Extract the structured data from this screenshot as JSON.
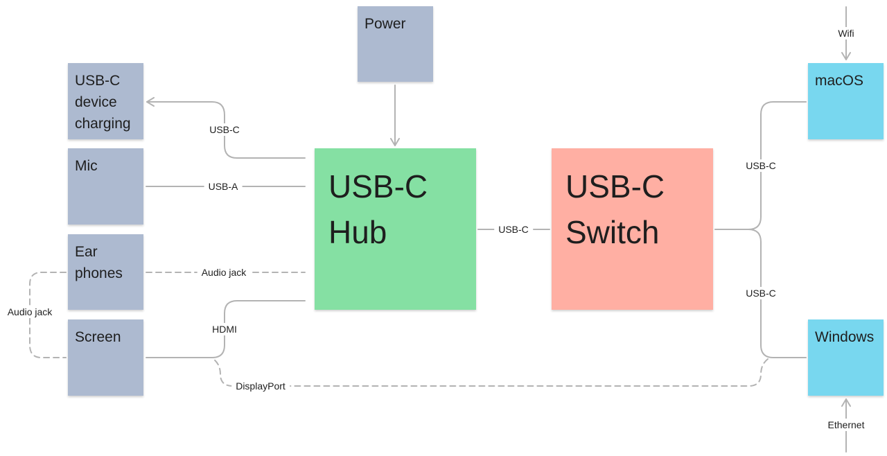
{
  "colors": {
    "device": "#adbad0",
    "hub": "#85e0a3",
    "switch": "#ffafa3",
    "computer": "#78d7ef",
    "connector": "#b3b3b3"
  },
  "nodes": {
    "power": "Power",
    "usbc_charging": "USB-C\ndevice\ncharging",
    "mic": "Mic",
    "earphones": "Ear\nphones",
    "screen": "Screen",
    "hub": "USB-C\nHub",
    "switch": "USB-C\nSwitch",
    "macos": "macOS",
    "windows": "Windows"
  },
  "edge_labels": {
    "hub_to_charging": "USB-C",
    "mic_to_hub": "USB-A",
    "earphones_to_hub": "Audio jack",
    "earphones_to_screen": "Audio jack",
    "hub_to_screen": "HDMI",
    "hub_to_switch": "USB-C",
    "switch_to_macos": "USB-C",
    "switch_to_windows": "USB-C",
    "windows_to_screen": "DisplayPort",
    "wifi_to_macos": "Wifi",
    "ethernet_to_windows": "Ethernet"
  }
}
